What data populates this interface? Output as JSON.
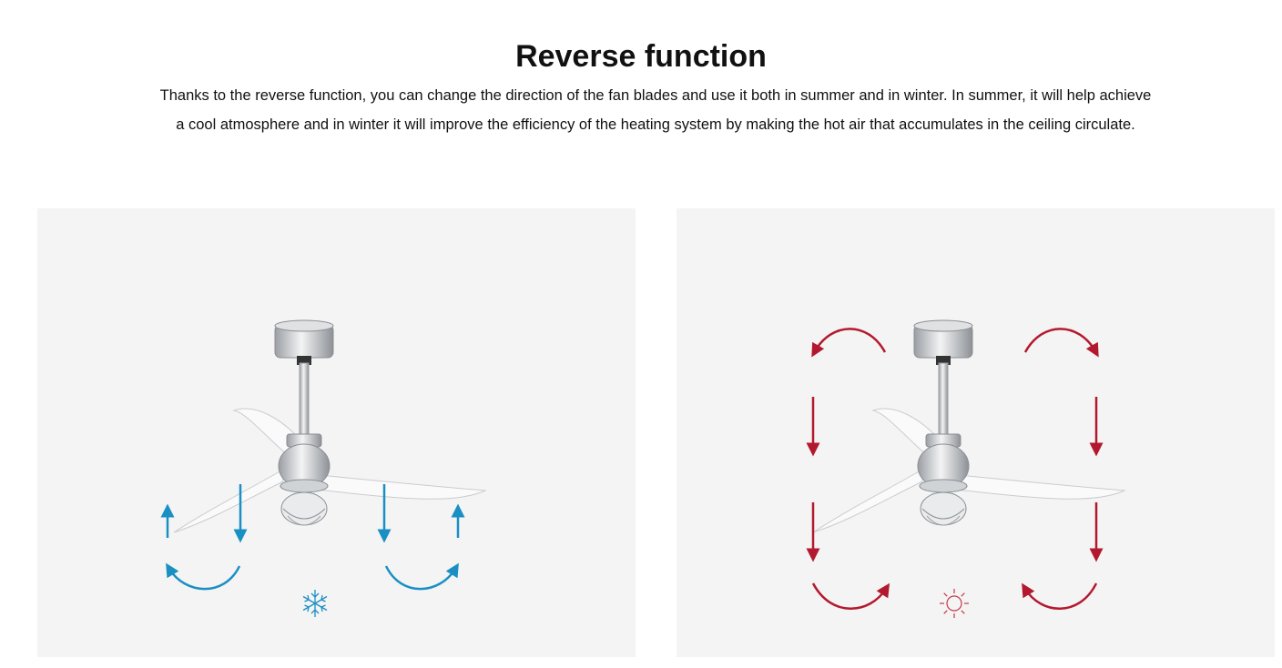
{
  "section": {
    "title": "Reverse function",
    "description": "Thanks to the reverse function, you can change the direction of the fan blades and use it both in summer and in winter. In summer, it will help achieve a cool atmosphere and in winter it will improve the efficiency of the heating system by making the hot air that accumulates in the ceiling circulate."
  },
  "panels": [
    {
      "mode": "summer",
      "icon": "snowflake-icon",
      "arrow_color": "#1a8fc4"
    },
    {
      "mode": "winter",
      "icon": "sun-icon",
      "arrow_color": "#b3192e"
    }
  ]
}
